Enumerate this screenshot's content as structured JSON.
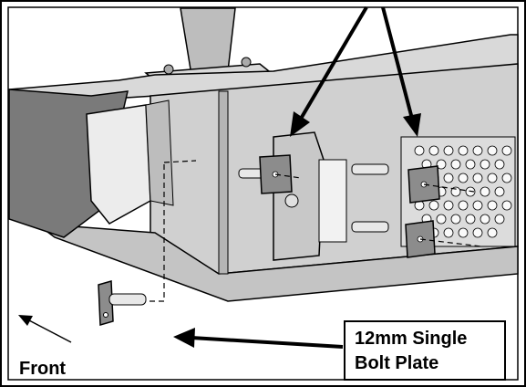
{
  "callout": {
    "line1": "12mm Single",
    "line2": "Bolt Plate"
  },
  "front_label": "Front",
  "colors": {
    "frame": "#000000",
    "metal_light": "#d9d9d9",
    "metal_mid": "#bdbdbd",
    "metal_dark": "#7a7a7a",
    "plate": "#8c8c8c",
    "background": "#ffffff"
  }
}
